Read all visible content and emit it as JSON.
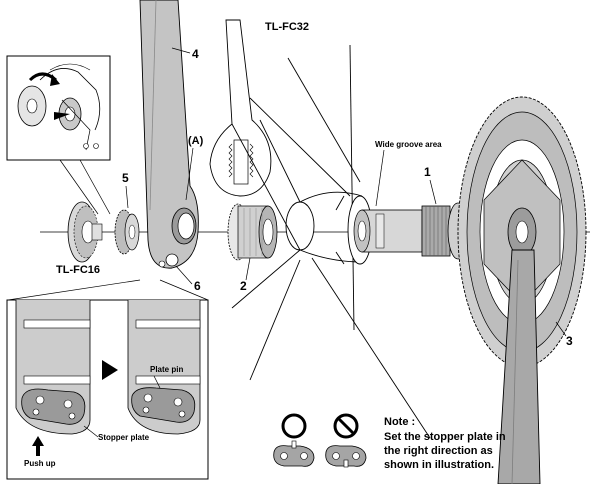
{
  "labels": {
    "part_1": "1",
    "part_2": "2",
    "part_3": "3",
    "part_4": "4",
    "part_5": "5",
    "part_6": "6",
    "part_a": "(A)",
    "tool_fc32": "TL-FC32",
    "tool_fc16": "TL-FC16",
    "wide_groove": "Wide groove area",
    "plate_pin": "Plate pin",
    "stopper_plate": "Stopper plate",
    "push_up": "Push up"
  },
  "note": {
    "title": "Note :",
    "lines": [
      "Set the stopper plate in",
      "the right direction as",
      "shown in illustration."
    ]
  },
  "icons": {
    "correct": "circle-ok-icon",
    "incorrect": "prohibited-icon",
    "arrow": "right-triangle-arrow-icon"
  }
}
